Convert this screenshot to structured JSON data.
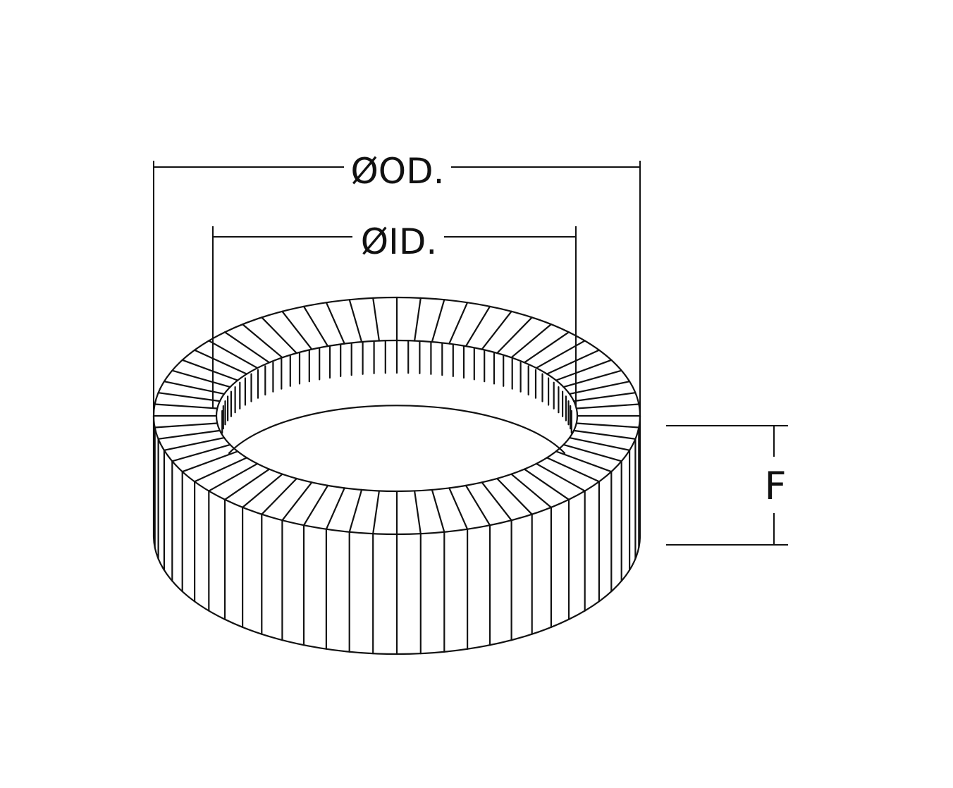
{
  "labels": {
    "outer_diameter": "ØOD.",
    "inner_diameter": "ØID.",
    "height": "F"
  },
  "colors": {
    "line": "#111111",
    "background": "#ffffff"
  }
}
